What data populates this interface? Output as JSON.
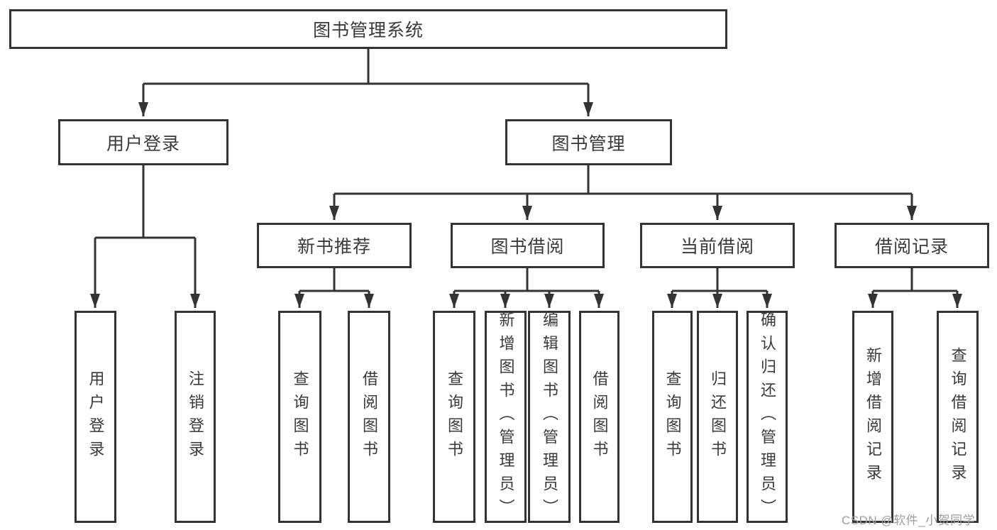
{
  "diagram_title": "图书管理系统",
  "tree": {
    "label": "图书管理系统",
    "children": [
      {
        "label": "用户登录",
        "children": [
          {
            "label": "用户登录"
          },
          {
            "label": "注销登录"
          }
        ]
      },
      {
        "label": "图书管理",
        "children": [
          {
            "label": "新书推荐",
            "children": [
              {
                "label": "查询图书"
              },
              {
                "label": "借阅图书"
              }
            ]
          },
          {
            "label": "图书借阅",
            "children": [
              {
                "label": "查询图书"
              },
              {
                "label": "新增图书（管理员）"
              },
              {
                "label": "编辑图书（管理员）"
              },
              {
                "label": "借阅图书"
              }
            ]
          },
          {
            "label": "当前借阅",
            "children": [
              {
                "label": "查询图书"
              },
              {
                "label": "归还图书"
              },
              {
                "label": "确认归还（管理员）"
              }
            ]
          },
          {
            "label": "借阅记录",
            "children": [
              {
                "label": "新增借阅记录"
              },
              {
                "label": "查询借阅记录"
              }
            ]
          }
        ]
      }
    ]
  },
  "watermark": {
    "text": "CSDN @软件_小贺同学"
  },
  "colors": {
    "line": "#333333",
    "text": "#3a3a3a",
    "watermark": "#9e9e9e",
    "background": "#ffffff"
  }
}
